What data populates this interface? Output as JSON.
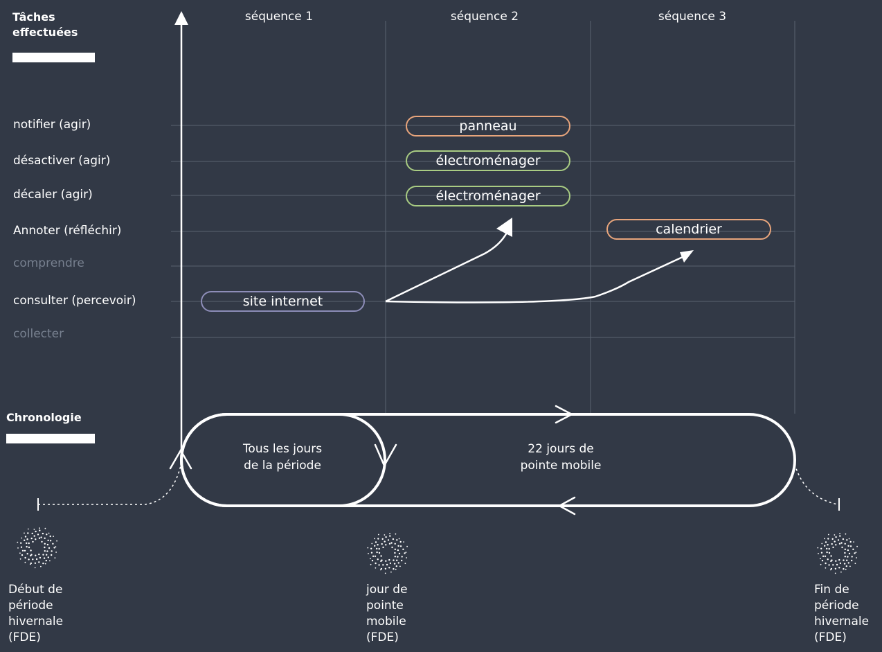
{
  "header": {
    "tasks_title": "Tâches\neffectuées",
    "chronology_title": "Chronologie"
  },
  "sequences": [
    "séquence 1",
    "séquence 2",
    "séquence 3"
  ],
  "tasks": [
    {
      "label": "notifier (agir)",
      "active": true
    },
    {
      "label": "désactiver  (agir)",
      "active": true
    },
    {
      "label": "décaler (agir)",
      "active": true
    },
    {
      "label": "Annoter (réfléchir)",
      "active": true
    },
    {
      "label": "comprendre",
      "active": false
    },
    {
      "label": "consulter (percevoir)",
      "active": true
    },
    {
      "label": "collecter",
      "active": false
    }
  ],
  "touchpoints": [
    {
      "label": "panneau",
      "color": "#e8a57c"
    },
    {
      "label": "électroménager",
      "color": "#a9cc83"
    },
    {
      "label": "électroménager",
      "color": "#a9cc83"
    },
    {
      "label": "calendrier",
      "color": "#e8a57c"
    },
    {
      "label": "site internet",
      "color": "#8d8db8"
    }
  ],
  "loops": {
    "inner": "Tous les jours\nde la période",
    "outer": "22 jours de\npointe mobile"
  },
  "milestones": [
    {
      "label": "Début de\npériode\nhivernale\n(FDE)",
      "icon": "sun-icon"
    },
    {
      "label": "jour de\npointe\nmobile\n(FDE)",
      "icon": "sun-icon"
    },
    {
      "label": "Fin de\npériode\nhivernale\n(FDE)",
      "icon": "sun-icon"
    }
  ],
  "colors": {
    "background": "#323946",
    "grid": "#5a6270",
    "foreground": "#ffffff",
    "dim_text": "#77808f"
  }
}
